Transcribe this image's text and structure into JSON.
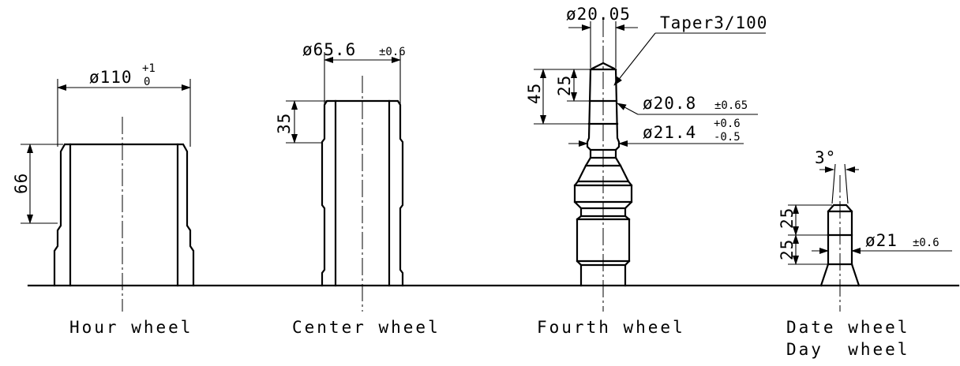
{
  "parts": {
    "hour_wheel": {
      "label": "Hour wheel",
      "diameter": "ø110",
      "tol_upper": "+1",
      "tol_lower": "0",
      "height": "66"
    },
    "center_wheel": {
      "label": "Center wheel",
      "diameter": "ø65.6",
      "tol": "±0.6",
      "height": "35"
    },
    "fourth_wheel": {
      "label": "Fourth wheel",
      "tip_diameter": "ø20.05",
      "taper": "Taper3/100",
      "height_total": "45",
      "height_upper": "25",
      "diameter_mid": "ø20.8",
      "tol_mid": "±0.65",
      "diameter_base": "ø21.4",
      "tol_base_upper": "+0.6",
      "tol_base_lower": "-0.5"
    },
    "date_day_wheel": {
      "label_line1": "Date wheel",
      "label_line2": "Day  wheel",
      "angle": "3°",
      "height_upper": "25",
      "height_lower": "25",
      "diameter": "ø21",
      "tol": "±0.6"
    }
  }
}
